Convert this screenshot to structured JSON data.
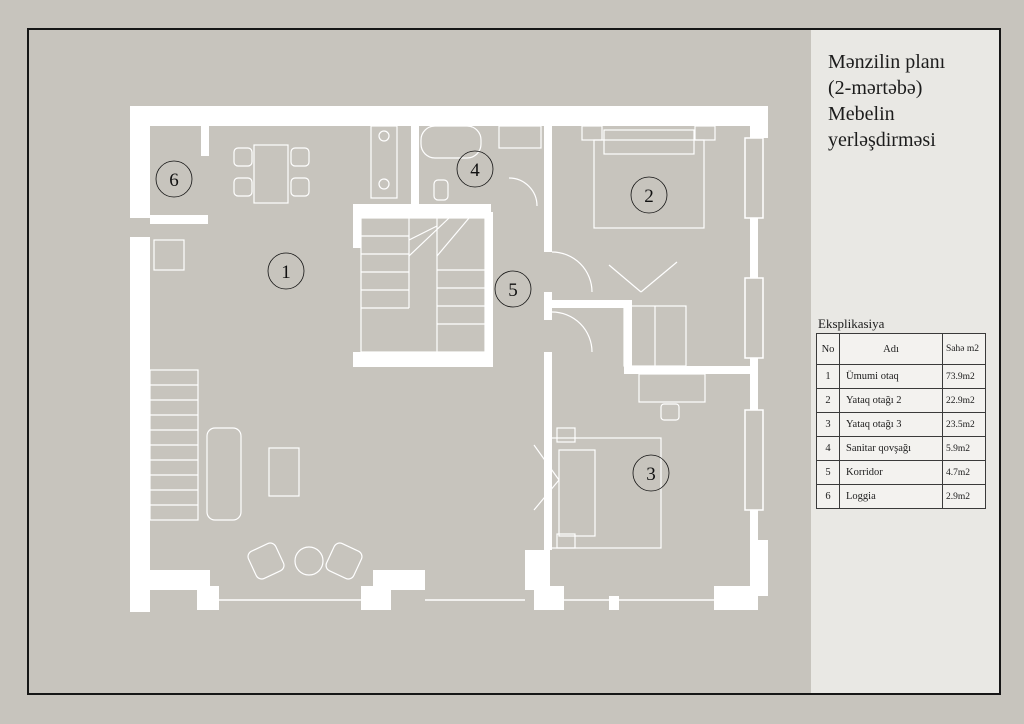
{
  "title": {
    "line1": "Mənzilin planı",
    "line2": "(2-mərtəbə)",
    "line3": "Mebelin",
    "line4": "yerləşdirməsi"
  },
  "legend": {
    "title": "Eksplikasiya",
    "headers": {
      "no": "No",
      "name": "Adı",
      "area": "Sahə m2"
    },
    "rows": [
      {
        "no": "1",
        "name": "Ümumi otaq",
        "area": "73.9m2"
      },
      {
        "no": "2",
        "name": "Yataq otağı 2",
        "area": "22.9m2"
      },
      {
        "no": "3",
        "name": "Yataq otağı 3",
        "area": "23.5m2"
      },
      {
        "no": "4",
        "name": "Sanitar qovşağı",
        "area": "5.9m2"
      },
      {
        "no": "5",
        "name": "Korridor",
        "area": "4.7m2"
      },
      {
        "no": "6",
        "name": "Loggia",
        "area": "2.9m2"
      }
    ]
  },
  "rooms": {
    "r1": "1",
    "r2": "2",
    "r3": "3",
    "r4": "4",
    "r5": "5",
    "r6": "6"
  },
  "colors": {
    "background": "#c7c4bd",
    "panel": "#e9e8e4",
    "walls": "#ffffff",
    "frame": "#161616"
  }
}
